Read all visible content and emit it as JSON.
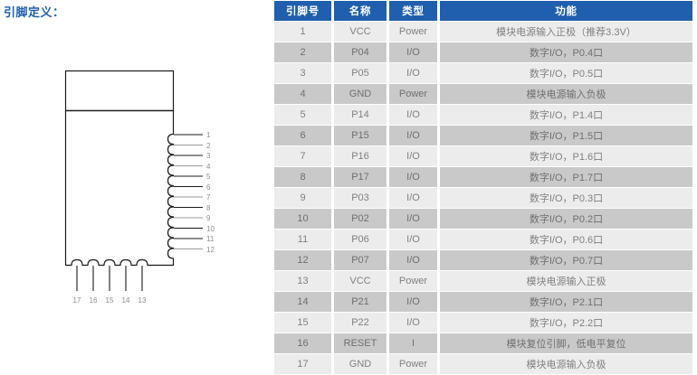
{
  "section": {
    "title": "引脚定义："
  },
  "diagram": {
    "name": "module-pin-diagram",
    "right_pins": [
      "1",
      "2",
      "3",
      "4",
      "5",
      "6",
      "7",
      "8",
      "9",
      "10",
      "11",
      "12"
    ],
    "bottom_pins": [
      "17",
      "16",
      "15",
      "14",
      "13"
    ],
    "outline_color": "#1a1a1a",
    "label_color": "#8d8d8d"
  },
  "table": {
    "name": "pin-definition-table",
    "header_bg": "#1F5FAD",
    "header_fg": "#FFFFFF",
    "row_odd_bg": "#ECECEC",
    "row_even_bg": "#C9C9C9",
    "columns": [
      "引脚号",
      "名称",
      "类型",
      "功能"
    ],
    "rows": [
      {
        "no": "1",
        "name": "VCC",
        "type": "Power",
        "func": "模块电源输入正极（推荐3.3V）"
      },
      {
        "no": "2",
        "name": "P04",
        "type": "I/O",
        "func": "数字I/O，P0.4口"
      },
      {
        "no": "3",
        "name": "P05",
        "type": "I/O",
        "func": "数字I/O，P0.5口"
      },
      {
        "no": "4",
        "name": "GND",
        "type": "Power",
        "func": "模块电源输入负极"
      },
      {
        "no": "5",
        "name": "P14",
        "type": "I/O",
        "func": "数字I/O，P1.4口"
      },
      {
        "no": "6",
        "name": "P15",
        "type": "I/O",
        "func": "数字I/O，P1.5口"
      },
      {
        "no": "7",
        "name": "P16",
        "type": "I/O",
        "func": "数字I/O，P1.6口"
      },
      {
        "no": "8",
        "name": "P17",
        "type": "I/O",
        "func": "数字I/O，P1.7口"
      },
      {
        "no": "9",
        "name": "P03",
        "type": "I/O",
        "func": "数字I/O，P0.3口"
      },
      {
        "no": "10",
        "name": "P02",
        "type": "I/O",
        "func": "数字I/O，P0.2口"
      },
      {
        "no": "11",
        "name": "P06",
        "type": "I/O",
        "func": "数字I/O，P0.6口"
      },
      {
        "no": "12",
        "name": "P07",
        "type": "I/O",
        "func": "数字I/O，P0.7口"
      },
      {
        "no": "13",
        "name": "VCC",
        "type": "Power",
        "func": "模块电源输入正极"
      },
      {
        "no": "14",
        "name": "P21",
        "type": "I/O",
        "func": "数字I/O，P2.1口"
      },
      {
        "no": "15",
        "name": "P22",
        "type": "I/O",
        "func": "数字I/O，P2.2口"
      },
      {
        "no": "16",
        "name": "RESET",
        "type": "I",
        "func": "模块复位引脚，低电平复位"
      },
      {
        "no": "17",
        "name": "GND",
        "type": "Power",
        "func": "模块电源输入负极"
      }
    ]
  }
}
